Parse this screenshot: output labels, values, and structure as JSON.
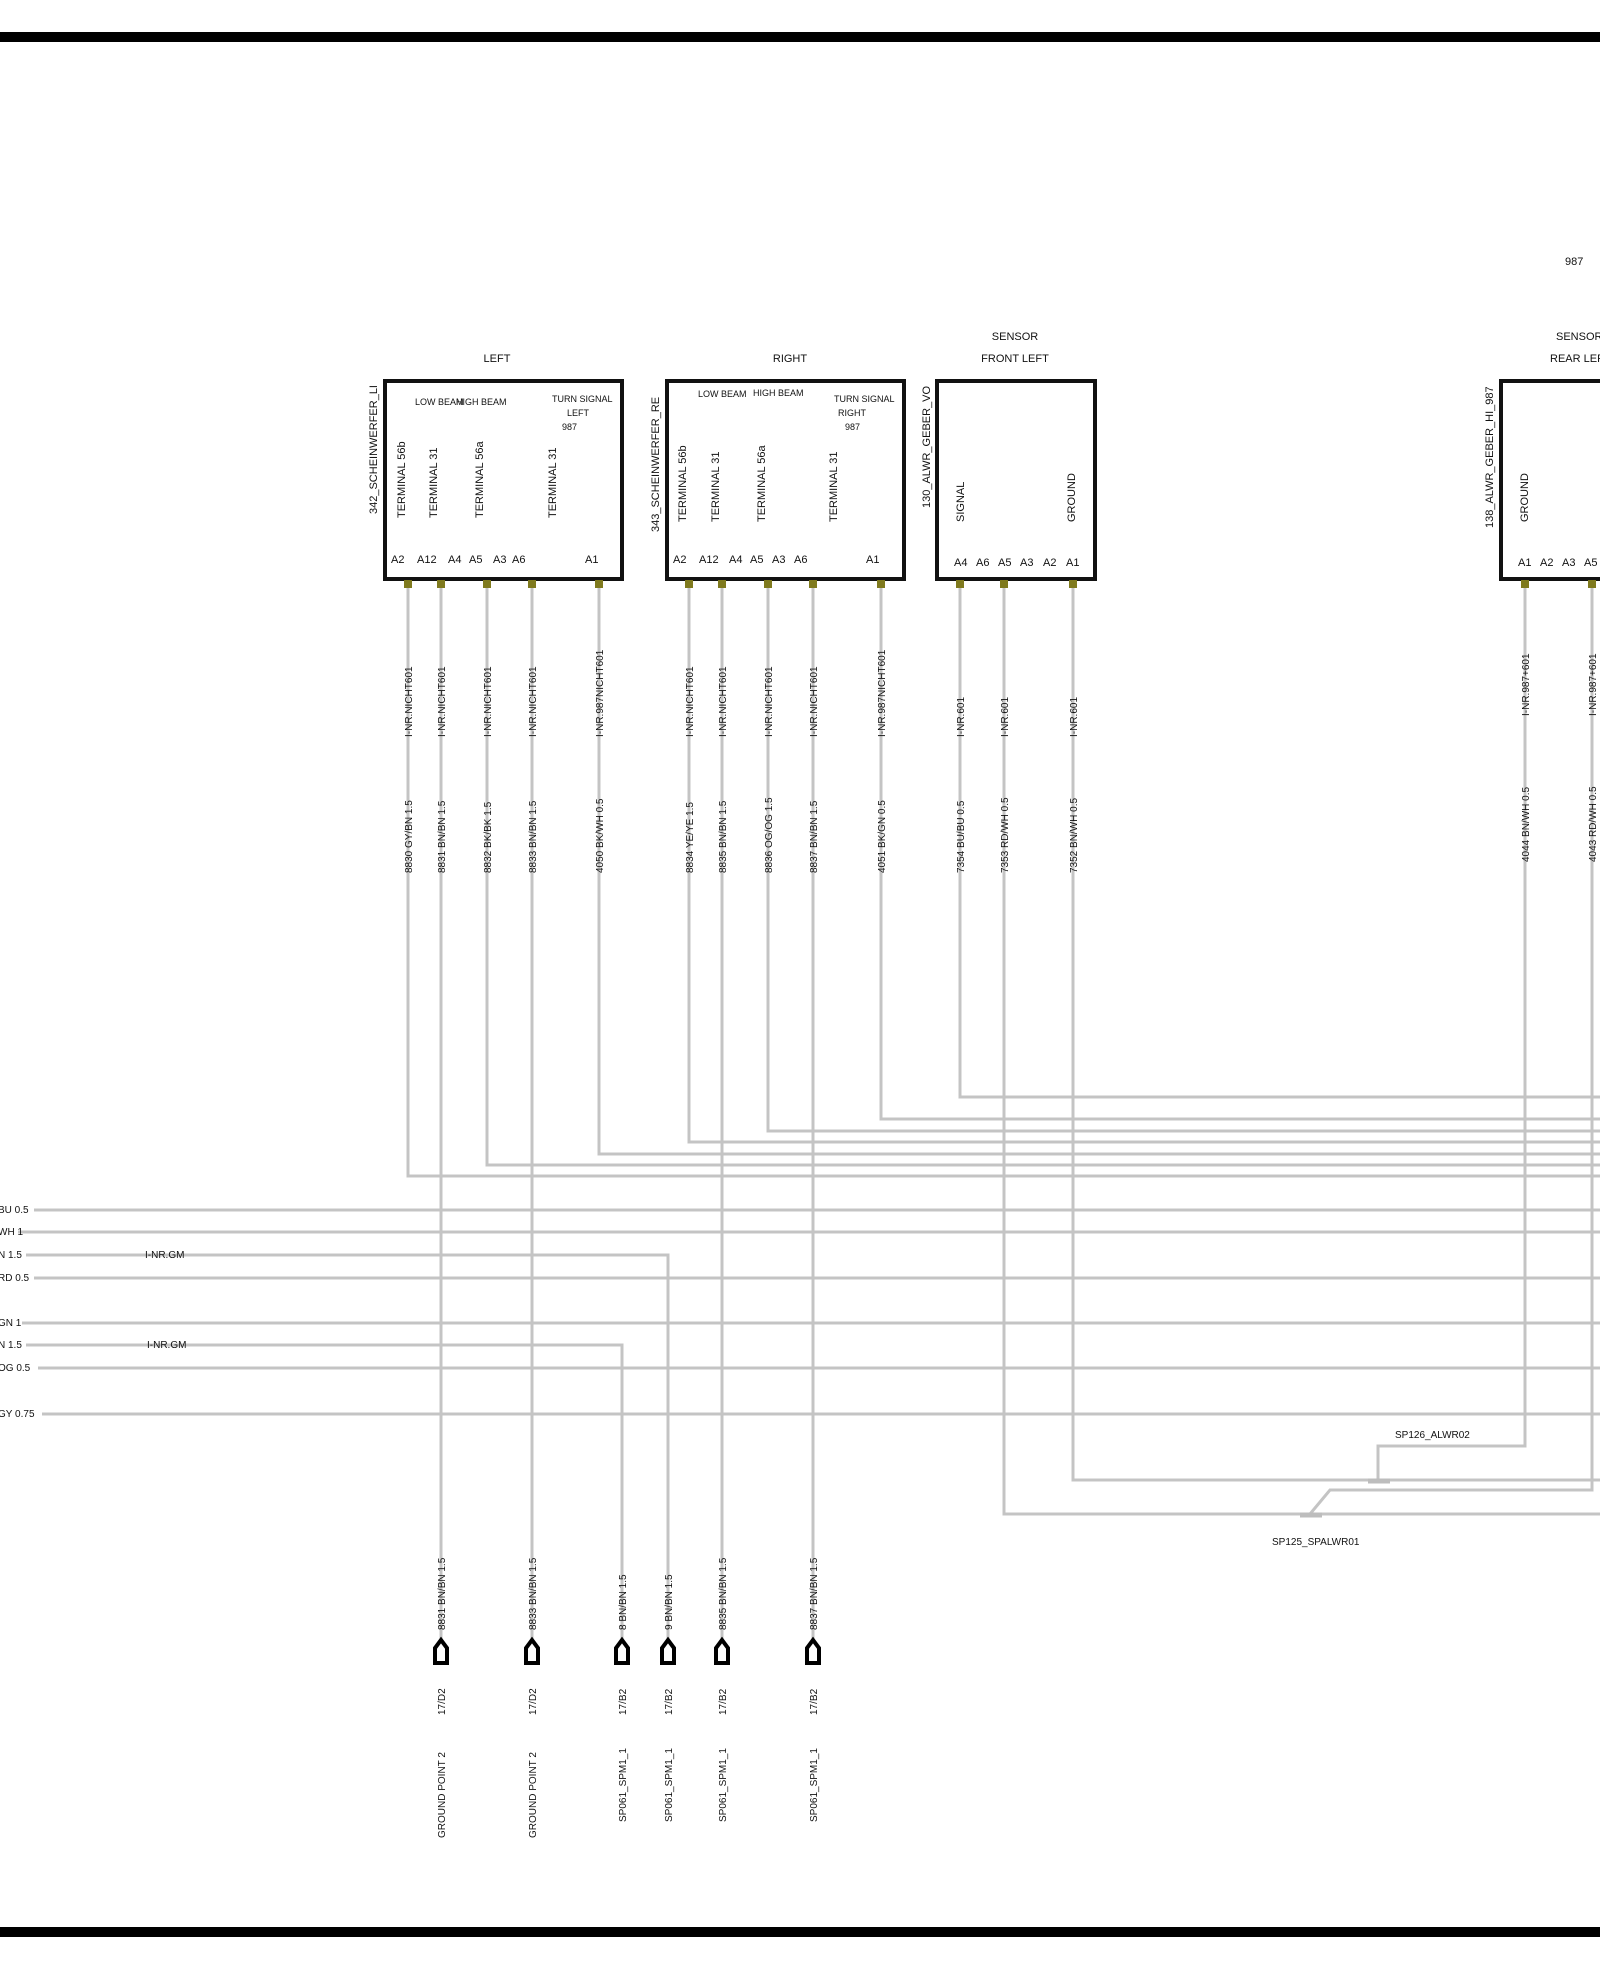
{
  "page": {
    "top_code": "987",
    "left_wire_labels": [
      "BU 0.5",
      "WH 1",
      "N 1.5",
      "RD 0.5",
      "GN 1",
      "N 1.5",
      "OG 0.5",
      "GY 0.75"
    ],
    "bundle_label": "I-NR.GM"
  },
  "components": [
    {
      "id": "342_SCHEINWERFER_LI",
      "header": [
        "LEFT"
      ],
      "notes": [
        "LOW BEAM",
        "HIGH BEAM",
        "TURN SIGNAL",
        "LEFT",
        "987"
      ],
      "functions": [
        "TERMINAL 56b",
        "TERMINAL 31",
        "TERMINAL 56a",
        "TERMINAL 31"
      ],
      "pins": [
        "A2",
        "A12",
        "A4",
        "A5",
        "A3",
        "A6",
        "A1"
      ],
      "wires": [
        {
          "mid": "I-NR.NICHT601",
          "code": "8830 GY/BN 1.5"
        },
        {
          "mid": "I-NR.NICHT601",
          "code": "8831 BN/BN 1.5"
        },
        {
          "mid": "I-NR.NICHT601",
          "code": "8832 BK/BK 1.5"
        },
        {
          "mid": "I-NR.NICHT601",
          "code": "8833 BN/BN 1.5"
        },
        {
          "mid": "I-NR.987NICHT601",
          "code": "4050 BK/WH 0.5"
        }
      ]
    },
    {
      "id": "343_SCHEINWERFER_RE",
      "header": [
        "RIGHT"
      ],
      "notes": [
        "LOW BEAM",
        "HIGH BEAM",
        "TURN SIGNAL",
        "RIGHT",
        "987"
      ],
      "functions": [
        "TERMINAL 56b",
        "TERMINAL 31",
        "TERMINAL 56a",
        "TERMINAL 31"
      ],
      "pins": [
        "A2",
        "A12",
        "A4",
        "A5",
        "A3",
        "A6",
        "A1"
      ],
      "wires": [
        {
          "mid": "I-NR.NICHT601",
          "code": "8834 YE/YE 1.5"
        },
        {
          "mid": "I-NR.NICHT601",
          "code": "8835 BN/BN 1.5"
        },
        {
          "mid": "I-NR.NICHT601",
          "code": "8836 OG/OG 1.5"
        },
        {
          "mid": "I-NR.NICHT601",
          "code": "8837 BN/BN 1.5"
        },
        {
          "mid": "I-NR.987NICHT601",
          "code": "4051 BK/GN 0.5"
        }
      ]
    },
    {
      "id": "130_ALWR_GEBER_VO",
      "header": [
        "SENSOR",
        "FRONT LEFT"
      ],
      "functions": [
        "SIGNAL",
        "GROUND"
      ],
      "pins": [
        "A4",
        "A6",
        "A5",
        "A3",
        "A2",
        "A1"
      ],
      "wires": [
        {
          "mid": "I-NR.601",
          "code": "7354 BU/BU 0.5"
        },
        {
          "mid": "I-NR.601",
          "code": "7353 RD/WH 0.5"
        },
        {
          "mid": "I-NR.601",
          "code": "7352 BN/WH 0.5"
        }
      ]
    },
    {
      "id": "138_ALWR_GEBER_HI_987",
      "header": [
        "SENSOR",
        "REAR LEFT"
      ],
      "functions": [
        "GROUND"
      ],
      "pins": [
        "A1",
        "A2",
        "A3",
        "A5"
      ],
      "wires": [
        {
          "mid": "I-NR.987+601",
          "code": "4044 BN/WH 0.5"
        },
        {
          "mid": "I-NR.987+601",
          "code": "4043 RD/WH 0.5"
        }
      ]
    }
  ],
  "splices": [
    "SP126_ALWR02",
    "SP125_SPALWR01"
  ],
  "terminals": [
    {
      "code": "8831 BN/BN 1.5",
      "ref": "17/D2",
      "dest": "GROUND POINT 2"
    },
    {
      "code": "8833 BN/BN 1.5",
      "ref": "17/D2",
      "dest": "GROUND POINT 2"
    },
    {
      "code": "8 BN/BN 1.5",
      "ref": "17/B2",
      "dest": "SP061_SPM1_1"
    },
    {
      "code": "9 BN/BN 1.5",
      "ref": "17/B2",
      "dest": "SP061_SPM1_1"
    },
    {
      "code": "8835 BN/BN 1.5",
      "ref": "17/B2",
      "dest": "SP061_SPM1_1"
    },
    {
      "code": "8837 BN/BN 1.5",
      "ref": "17/B2",
      "dest": "SP061_SPM1_1"
    }
  ],
  "colors": {
    "wire": "#c4c4c4",
    "frame": "#000000",
    "pin": "#7f7a1e",
    "box": "#111111"
  }
}
